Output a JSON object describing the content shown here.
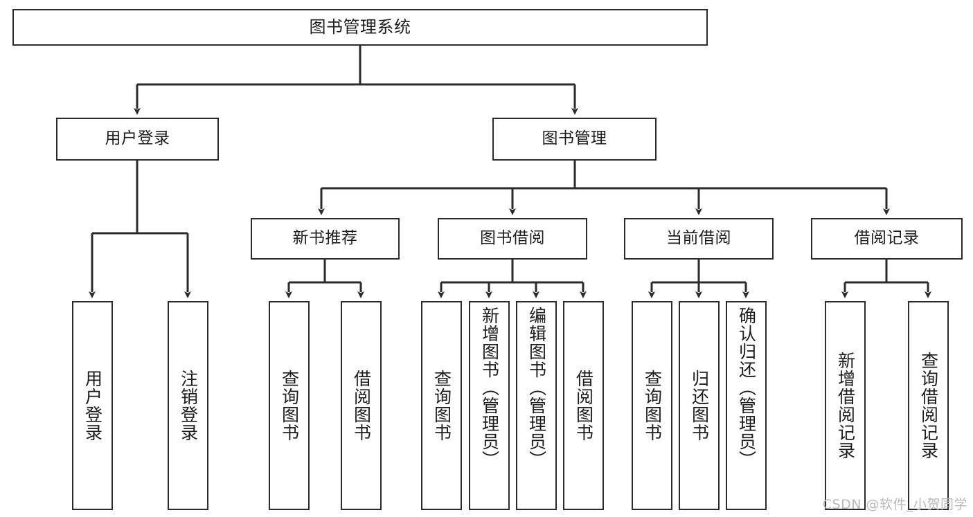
{
  "diagram": {
    "title": "图书管理系统",
    "watermark": "CSDN @软件_小贺同学",
    "line_color": "#2b2b2b",
    "box_border_color": "#2b2b2b",
    "box_fill": "#ffffff",
    "text_color": "#1c1c1c",
    "levels": {
      "root": {
        "label": "图书管理系统"
      },
      "level2": [
        {
          "label": "用户登录"
        },
        {
          "label": "图书管理"
        }
      ],
      "level3": [
        {
          "label": "新书推荐"
        },
        {
          "label": "图书借阅"
        },
        {
          "label": "当前借阅"
        },
        {
          "label": "借阅记录"
        }
      ],
      "leaves": {
        "user_login": [
          {
            "label": "用户登录"
          },
          {
            "label": "注销登录"
          }
        ],
        "new_book_recommend": [
          {
            "label": "查询图书"
          },
          {
            "label": "借阅图书"
          }
        ],
        "book_borrow": [
          {
            "label": "查询图书"
          },
          {
            "label": "新增图书（管理员）"
          },
          {
            "label": "编辑图书（管理员）"
          },
          {
            "label": "借阅图书"
          }
        ],
        "current_borrow": [
          {
            "label": "查询图书"
          },
          {
            "label": "归还图书"
          },
          {
            "label": "确认归还（管理员）"
          }
        ],
        "borrow_record": [
          {
            "label": "新增借阅记录"
          },
          {
            "label": "查询借阅记录"
          }
        ]
      }
    }
  }
}
